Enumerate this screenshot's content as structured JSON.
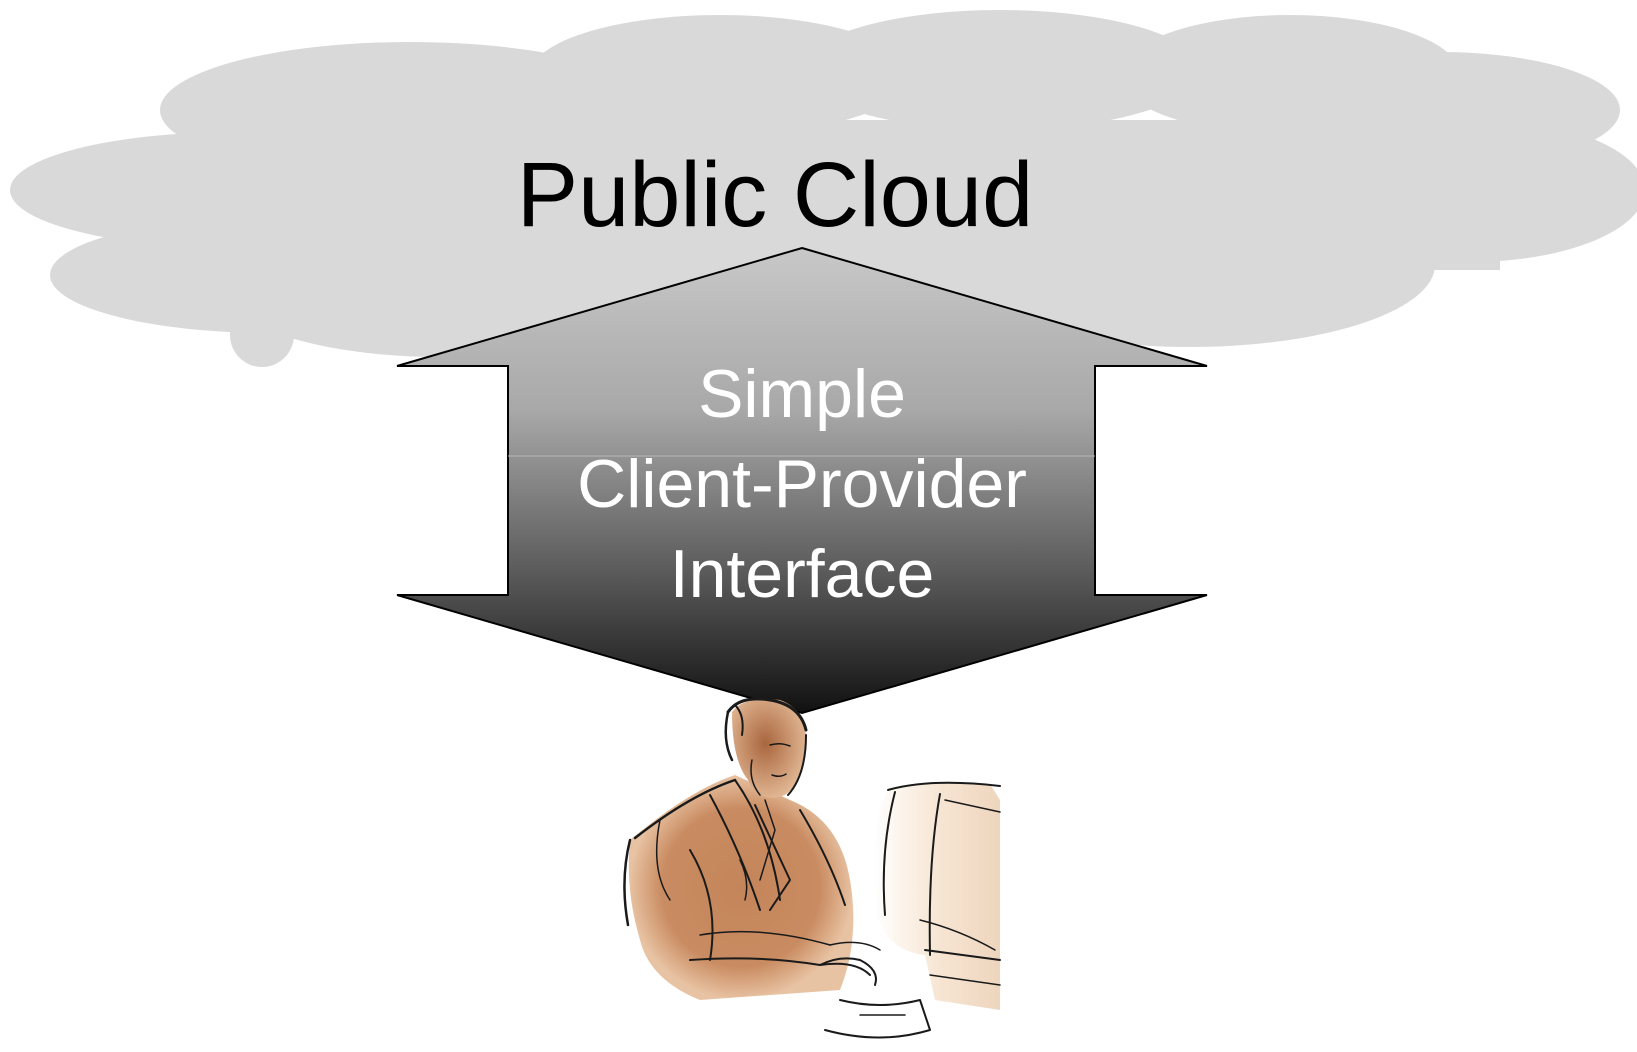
{
  "cloud": {
    "title": "Public Cloud",
    "fill": "#d9d9d9"
  },
  "interface_arrow": {
    "lines": [
      "Simple",
      "Client-Provider",
      "Interface"
    ],
    "gradient_top": "#c8c8c8",
    "gradient_bottom": "#111111",
    "text_color": "#ffffff"
  },
  "client": {
    "figure": "person-at-computer-clipart",
    "skin_color": "#c4855a",
    "monitor_tint": "#f3e0cc"
  }
}
